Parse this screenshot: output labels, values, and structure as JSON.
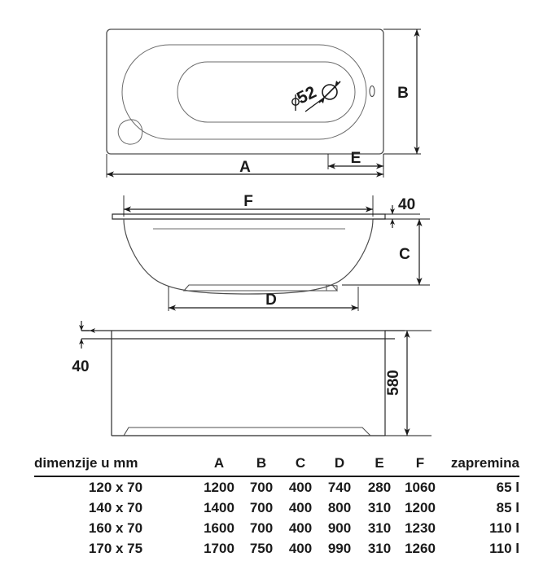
{
  "drawing": {
    "title": "bathtub technical dimension drawing",
    "line_color": "#1a1a1a",
    "outline_color": "#555555",
    "background": "#ffffff",
    "views": {
      "top": {
        "name": "top view",
        "labels": {
          "A": "A",
          "B": "B",
          "E": "E",
          "drain": "ø52"
        }
      },
      "section": {
        "name": "front section view",
        "labels": {
          "F": "F",
          "C": "C",
          "D": "D",
          "rim_thickness": "40"
        }
      },
      "side": {
        "name": "side elevation view",
        "labels": {
          "rim_thickness": "40",
          "height": "580"
        }
      }
    }
  },
  "table": {
    "headers": {
      "label": "dimenzije u mm",
      "a": "A",
      "b": "B",
      "c": "C",
      "d": "D",
      "e": "E",
      "f": "F",
      "volume": "zapremina"
    },
    "rows": [
      {
        "label": "120 x 70",
        "a": "1200",
        "b": "700",
        "c": "400",
        "d": "740",
        "e": "280",
        "f": "1060",
        "volume": "65 l"
      },
      {
        "label": "140 x 70",
        "a": "1400",
        "b": "700",
        "c": "400",
        "d": "800",
        "e": "310",
        "f": "1200",
        "volume": "85 l"
      },
      {
        "label": "160 x 70",
        "a": "1600",
        "b": "700",
        "c": "400",
        "d": "900",
        "e": "310",
        "f": "1230",
        "volume": "110 l"
      },
      {
        "label": "170 x 75",
        "a": "1700",
        "b": "750",
        "c": "400",
        "d": "990",
        "e": "310",
        "f": "1260",
        "volume": "110 l"
      }
    ]
  }
}
